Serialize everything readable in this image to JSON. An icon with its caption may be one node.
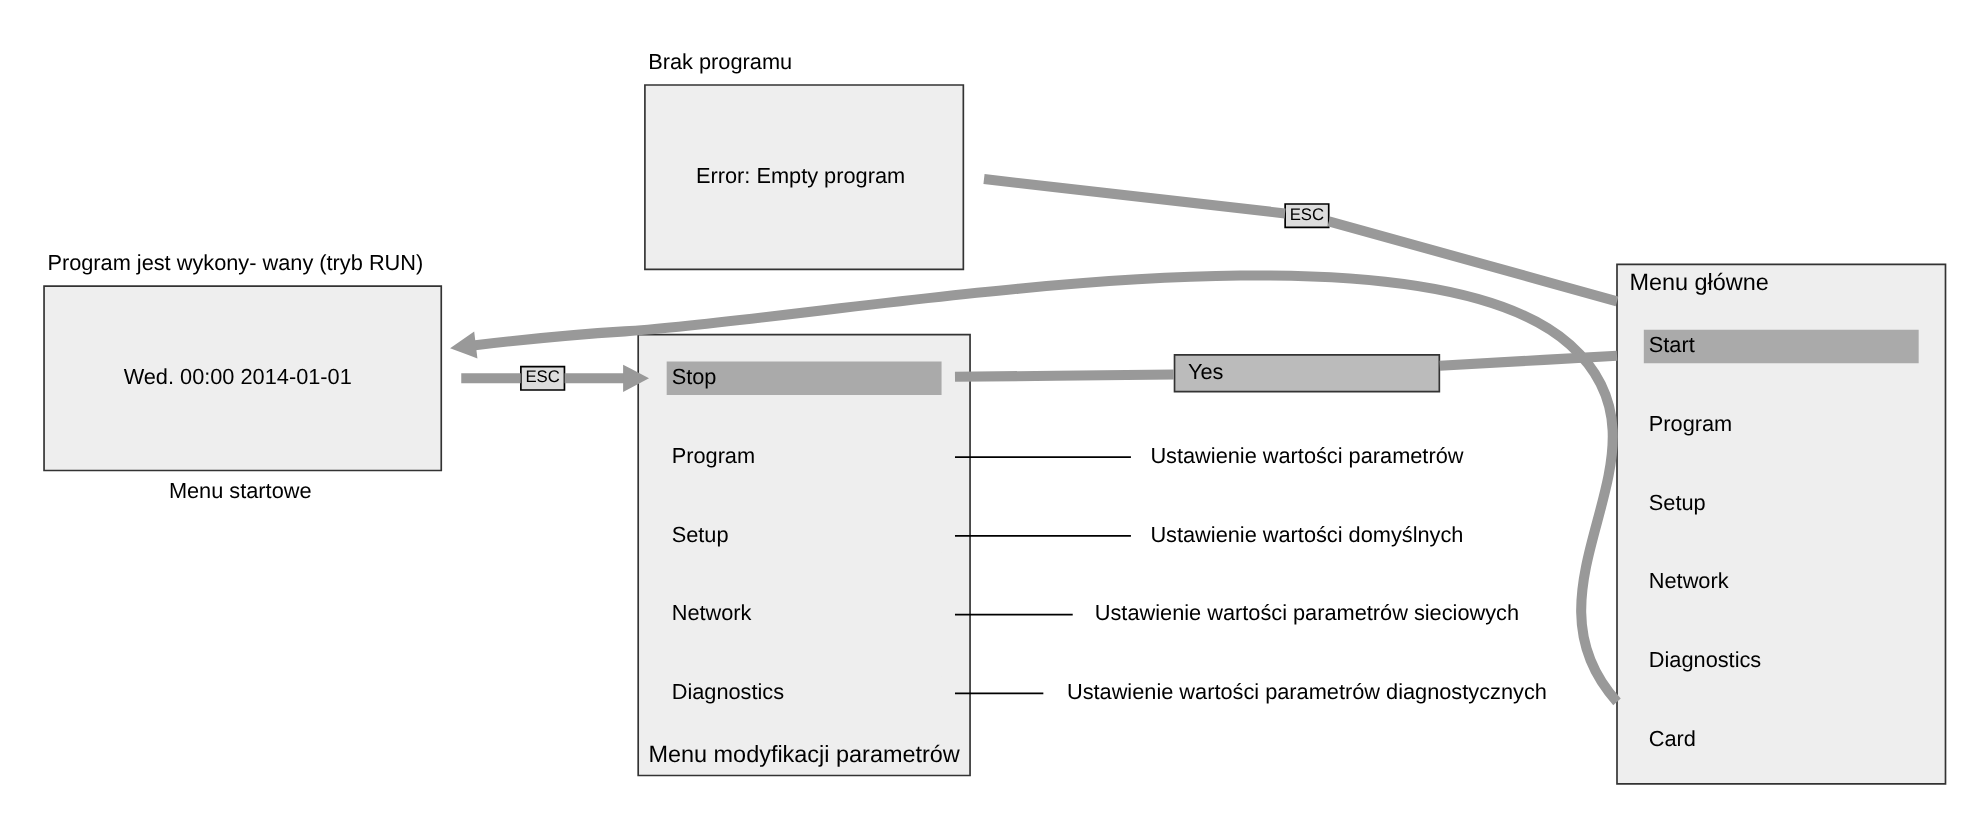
{
  "diagram": {
    "nodes": [
      {
        "text": [
          "Brak programu",
          "Error: Empty program"
        ]
      },
      {
        "text": [
          "ESC"
        ]
      },
      {
        "text": [
          "Menu główne"
        ]
      },
      {
        "text": [
          "Start"
        ],
        "in": 2
      },
      {
        "text": [
          "Program"
        ],
        "in": 2
      },
      {
        "text": [
          "Setup"
        ],
        "in": 2
      },
      {
        "text": [
          "Network"
        ],
        "in": 2
      },
      {
        "text": [
          "Diagnostics"
        ],
        "in": 2
      },
      {
        "text": [
          "Card"
        ],
        "in": 2
      },
      {
        "text": [
          "Program jest wykony- wany (tryb RUN)",
          "Wed. 00:00 2014-01-01"
        ],
        "beside": [
          "Menu startowe"
        ]
      },
      {
        "text": [
          "ESC"
        ]
      },
      {
        "text": [
          "Menu modyfikacji parametrów"
        ]
      },
      {
        "text": [
          "Stop"
        ],
        "in": 11
      },
      {
        "text": [
          "Program"
        ],
        "in": 11
      },
      {
        "text": [
          "Setup"
        ],
        "in": 11
      },
      {
        "text": [
          "Network"
        ],
        "in": 11
      },
      {
        "text": [
          "Diagnostics"
        ],
        "in": 11
      },
      {
        "text": [
          "Yes"
        ]
      },
      {
        "text": [
          "Ustawienie wartości parametrów"
        ]
      },
      {
        "text": [
          "Ustawienie wartości domyślnych"
        ]
      },
      {
        "text": [
          "Ustawienie wartości parametrów sieciowych"
        ]
      },
      {
        "text": [
          "Ustawienie wartości parametrów diagnostycznych"
        ]
      }
    ],
    "edges": [
      {
        "from": 9,
        "to": 10,
        "arrow": "none"
      },
      {
        "from": 10,
        "to": 11,
        "arrow": "to"
      },
      {
        "from": 12,
        "to": 17,
        "arrow": "none"
      },
      {
        "from": 17,
        "to": 2,
        "arrow": "none"
      },
      {
        "from": 0,
        "to": 1,
        "arrow": "none"
      },
      {
        "from": 1,
        "to": 2,
        "arrow": "none"
      },
      {
        "from": 2,
        "to": 9,
        "arrow": "to"
      },
      {
        "from": 13,
        "to": 18,
        "arrow": "none",
        "color": "#000000"
      },
      {
        "from": 14,
        "to": 19,
        "arrow": "none",
        "color": "#000000"
      },
      {
        "from": 15,
        "to": 20,
        "arrow": "none",
        "color": "#000000"
      },
      {
        "from": 16,
        "to": 21,
        "arrow": "none",
        "color": "#000000"
      }
    ]
  }
}
